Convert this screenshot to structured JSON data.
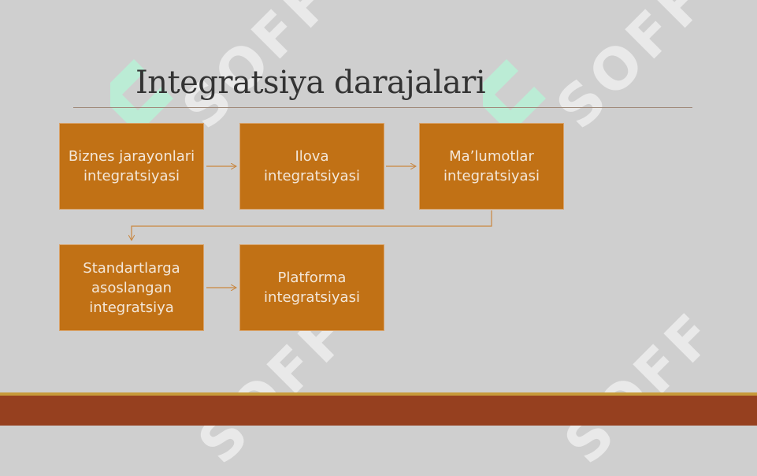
{
  "slide": {
    "title": "Integratsiya darajalari",
    "watermark": "SOFF",
    "colors": {
      "background": "#cfcfcf",
      "box_fill": "#c17115",
      "box_text": "#f3e7d9",
      "connector": "#c9863f",
      "footer": "#96401f",
      "footer_line": "#c79a3a"
    }
  },
  "diagram": {
    "nodes": [
      {
        "id": "n1",
        "label": "Biznes jarayonlari integratsiyasi"
      },
      {
        "id": "n2",
        "label": "Ilova integratsiyasi"
      },
      {
        "id": "n3",
        "label": "Ma’lumotlar integratsiyasi"
      },
      {
        "id": "n4",
        "label": "Standartlarga asoslangan integratsiya"
      },
      {
        "id": "n5",
        "label": "Platforma integratsiyasi"
      }
    ],
    "edges": [
      {
        "from": "n1",
        "to": "n2"
      },
      {
        "from": "n2",
        "to": "n3"
      },
      {
        "from": "n3",
        "to": "n4"
      },
      {
        "from": "n4",
        "to": "n5"
      }
    ]
  }
}
